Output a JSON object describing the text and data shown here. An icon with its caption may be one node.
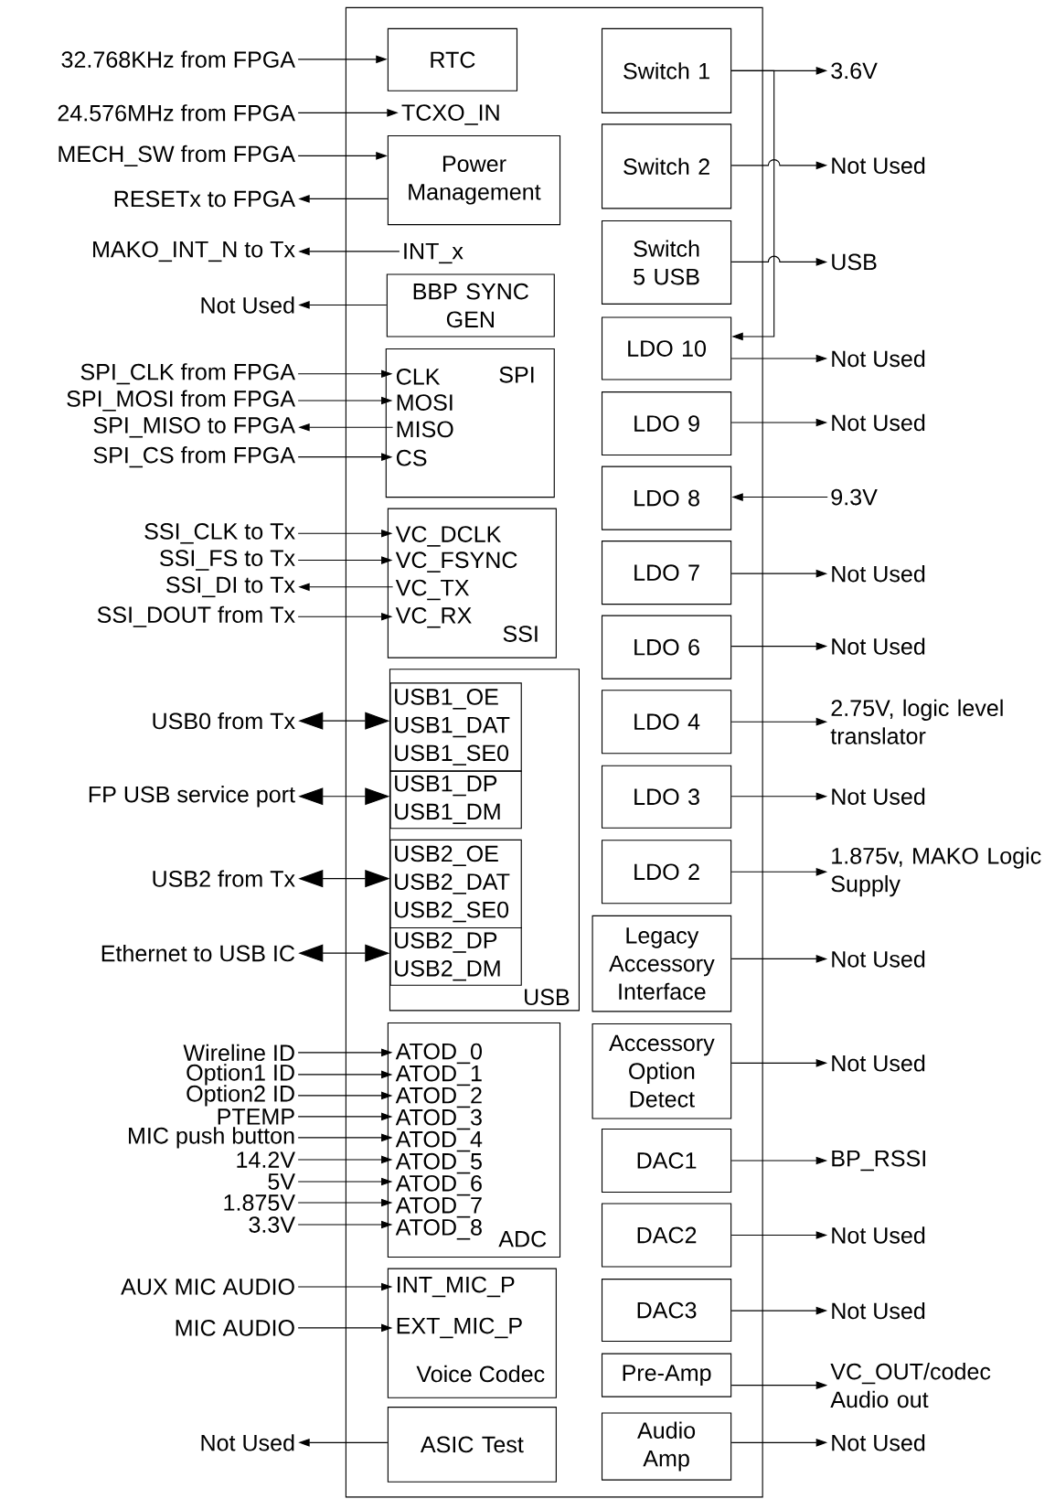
{
  "diagram": {
    "nodes": [
      {
        "text": [],
        "shape": "box"
      },
      {
        "text": [
          "RTC"
        ],
        "in": 0
      },
      {
        "text": [
          "TCXO_IN"
        ],
        "in": 0
      },
      {
        "text": [
          "Power Management"
        ],
        "in": 0
      },
      {
        "text": [
          "INT_x"
        ],
        "in": 0
      },
      {
        "text": [
          "BBP SYNC GEN"
        ],
        "in": 0
      },
      {
        "text": [
          "SPI"
        ],
        "in": 0
      },
      {
        "text": [
          "CLK"
        ],
        "in": 6
      },
      {
        "text": [
          "MOSI"
        ],
        "in": 6
      },
      {
        "text": [
          "MISO"
        ],
        "in": 6
      },
      {
        "text": [
          "CS"
        ],
        "in": 6
      },
      {
        "text": [
          "SSI"
        ],
        "in": 0
      },
      {
        "text": [
          "VC_DCLK"
        ],
        "in": 11
      },
      {
        "text": [
          "VC_FSYNC"
        ],
        "in": 11
      },
      {
        "text": [
          "VC_TX"
        ],
        "in": 11
      },
      {
        "text": [
          "VC_RX"
        ],
        "in": 11
      },
      {
        "text": [
          "USB"
        ],
        "in": 0
      },
      {
        "text": [
          "USB1_OE",
          "USB1_DAT",
          "USB1_SE0"
        ],
        "in": 16
      },
      {
        "text": [
          "USB1_DP",
          "USB1_DM"
        ],
        "in": 16
      },
      {
        "text": [
          "USB2_OE",
          "USB2_DAT",
          "USB2_SE0"
        ],
        "in": 16
      },
      {
        "text": [
          "USB2_DP",
          "USB2_DM"
        ],
        "in": 16
      },
      {
        "text": [
          "ADC"
        ],
        "in": 0
      },
      {
        "text": [
          "ATOD_0"
        ],
        "in": 21
      },
      {
        "text": [
          "ATOD_1"
        ],
        "in": 21
      },
      {
        "text": [
          "ATOD_2"
        ],
        "in": 21
      },
      {
        "text": [
          "ATOD_3"
        ],
        "in": 21
      },
      {
        "text": [
          "ATOD_4"
        ],
        "in": 21
      },
      {
        "text": [
          "ATOD_5"
        ],
        "in": 21
      },
      {
        "text": [
          "ATOD_6"
        ],
        "in": 21
      },
      {
        "text": [
          "ATOD_7"
        ],
        "in": 21
      },
      {
        "text": [
          "ATOD_8"
        ],
        "in": 21
      },
      {
        "text": [
          "Voice Codec"
        ],
        "in": 0
      },
      {
        "text": [
          "INT_MIC_P"
        ],
        "in": 31
      },
      {
        "text": [
          "EXT_MIC_P"
        ],
        "in": 31
      },
      {
        "text": [
          "ASIC Test"
        ],
        "in": 0
      },
      {
        "text": [
          "Switch 1"
        ],
        "in": 0
      },
      {
        "text": [
          "Switch 2"
        ],
        "in": 0
      },
      {
        "text": [
          "Switch 5 USB"
        ],
        "in": 0
      },
      {
        "text": [
          "LDO 10"
        ],
        "in": 0
      },
      {
        "text": [
          "LDO 9"
        ],
        "in": 0
      },
      {
        "text": [
          "LDO 8"
        ],
        "in": 0
      },
      {
        "text": [
          "LDO 7"
        ],
        "in": 0
      },
      {
        "text": [
          "LDO 6"
        ],
        "in": 0
      },
      {
        "text": [
          "LDO 4"
        ],
        "in": 0
      },
      {
        "text": [
          "LDO 3"
        ],
        "in": 0
      },
      {
        "text": [
          "LDO 2"
        ],
        "in": 0
      },
      {
        "text": [
          "Legacy Accessory Interface"
        ],
        "in": 0
      },
      {
        "text": [
          "Accessory Option Detect"
        ],
        "in": 0
      },
      {
        "text": [
          "DAC1"
        ],
        "in": 0
      },
      {
        "text": [
          "DAC2"
        ],
        "in": 0
      },
      {
        "text": [
          "DAC3"
        ],
        "in": 0
      },
      {
        "text": [
          "Pre-Amp"
        ],
        "in": 0
      },
      {
        "text": [
          "Audio Amp"
        ],
        "in": 0
      },
      {
        "text": [
          "32.768KHz from FPGA"
        ]
      },
      {
        "text": [
          "24.576MHz from FPGA"
        ]
      },
      {
        "text": [
          "MECH_SW from FPGA"
        ]
      },
      {
        "text": [
          "RESETx to FPGA"
        ]
      },
      {
        "text": [
          "MAKO_INT_N to Tx"
        ]
      },
      {
        "text": [
          "Not Used"
        ]
      },
      {
        "text": [
          "SPI_CLK from FPGA"
        ]
      },
      {
        "text": [
          "SPI_MOSI from FPGA"
        ]
      },
      {
        "text": [
          "SPI_MISO to FPGA"
        ]
      },
      {
        "text": [
          "SPI_CS from FPGA"
        ]
      },
      {
        "text": [
          "SSI_CLK to Tx"
        ]
      },
      {
        "text": [
          "SSI_FS to Tx"
        ]
      },
      {
        "text": [
          "SSI_DI to Tx"
        ]
      },
      {
        "text": [
          "SSI_DOUT from Tx"
        ]
      },
      {
        "text": [
          "USB0 from Tx"
        ]
      },
      {
        "text": [
          "FP USB service port"
        ]
      },
      {
        "text": [
          "USB2 from Tx"
        ]
      },
      {
        "text": [
          "Ethernet to USB IC"
        ]
      },
      {
        "text": [
          "Wireline ID"
        ]
      },
      {
        "text": [
          "Option1 ID"
        ]
      },
      {
        "text": [
          "Option2 ID"
        ]
      },
      {
        "text": [
          "PTEMP"
        ]
      },
      {
        "text": [
          "MIC push button"
        ]
      },
      {
        "text": [
          "14.2V"
        ]
      },
      {
        "text": [
          "5V"
        ]
      },
      {
        "text": [
          "1.875V"
        ]
      },
      {
        "text": [
          "3.3V"
        ]
      },
      {
        "text": [
          "AUX MIC AUDIO"
        ]
      },
      {
        "text": [
          "MIC AUDIO"
        ]
      },
      {
        "text": [
          "Not Used"
        ]
      },
      {
        "text": [
          "3.6V"
        ]
      },
      {
        "text": [
          "Not Used"
        ]
      },
      {
        "text": [
          "USB"
        ]
      },
      {
        "text": [
          "Not Used"
        ]
      },
      {
        "text": [
          "Not Used"
        ]
      },
      {
        "text": [
          "9.3V"
        ]
      },
      {
        "text": [
          "Not Used"
        ]
      },
      {
        "text": [
          "Not Used"
        ]
      },
      {
        "text": [
          "2.75V, logic level translator"
        ]
      },
      {
        "text": [
          "Not Used"
        ]
      },
      {
        "text": [
          "1.875v, MAKO Logic Supply"
        ]
      },
      {
        "text": [
          "Not Used"
        ]
      },
      {
        "text": [
          "Not Used"
        ]
      },
      {
        "text": [
          "BP_RSSI"
        ]
      },
      {
        "text": [
          "Not Used"
        ]
      },
      {
        "text": [
          "Not Used"
        ]
      },
      {
        "text": [
          "VC_OUT/codec Audio out"
        ]
      },
      {
        "text": [
          "Not Used"
        ]
      }
    ],
    "edges": [
      {
        "from": 53,
        "to": 1,
        "arrow": "to"
      },
      {
        "from": 54,
        "to": 2,
        "arrow": "to"
      },
      {
        "from": 55,
        "to": 3,
        "arrow": "to"
      },
      {
        "from": 3,
        "to": 56,
        "arrow": "to"
      },
      {
        "from": 4,
        "to": 57,
        "arrow": "to"
      },
      {
        "from": 5,
        "to": 58,
        "arrow": "to"
      },
      {
        "from": 59,
        "to": 7,
        "arrow": "to"
      },
      {
        "from": 60,
        "to": 8,
        "arrow": "to"
      },
      {
        "from": 9,
        "to": 61,
        "arrow": "to"
      },
      {
        "from": 62,
        "to": 10,
        "arrow": "to"
      },
      {
        "from": 63,
        "to": 12,
        "arrow": "to"
      },
      {
        "from": 64,
        "to": 13,
        "arrow": "to"
      },
      {
        "from": 14,
        "to": 65,
        "arrow": "to"
      },
      {
        "from": 66,
        "to": 15,
        "arrow": "to"
      },
      {
        "from": 67,
        "to": 17,
        "arrow": "both"
      },
      {
        "from": 68,
        "to": 18,
        "arrow": "both"
      },
      {
        "from": 69,
        "to": 19,
        "arrow": "both"
      },
      {
        "from": 70,
        "to": 20,
        "arrow": "both"
      },
      {
        "from": 71,
        "to": 22,
        "arrow": "to"
      },
      {
        "from": 72,
        "to": 23,
        "arrow": "to"
      },
      {
        "from": 73,
        "to": 24,
        "arrow": "to"
      },
      {
        "from": 74,
        "to": 25,
        "arrow": "to"
      },
      {
        "from": 75,
        "to": 26,
        "arrow": "to"
      },
      {
        "from": 76,
        "to": 27,
        "arrow": "to"
      },
      {
        "from": 77,
        "to": 28,
        "arrow": "to"
      },
      {
        "from": 78,
        "to": 29,
        "arrow": "to"
      },
      {
        "from": 79,
        "to": 30,
        "arrow": "to"
      },
      {
        "from": 80,
        "to": 32,
        "arrow": "to"
      },
      {
        "from": 81,
        "to": 33,
        "arrow": "to"
      },
      {
        "from": 34,
        "to": 82,
        "arrow": "to"
      },
      {
        "from": 35,
        "to": 83,
        "arrow": "to"
      },
      {
        "from": 36,
        "to": 84,
        "arrow": "to"
      },
      {
        "from": 37,
        "to": 85,
        "arrow": "to"
      },
      {
        "from": 35,
        "to": 38,
        "arrow": "to"
      },
      {
        "from": 38,
        "to": 86,
        "arrow": "to"
      },
      {
        "from": 39,
        "to": 87,
        "arrow": "to"
      },
      {
        "from": 88,
        "to": 40,
        "arrow": "to"
      },
      {
        "from": 41,
        "to": 89,
        "arrow": "to"
      },
      {
        "from": 42,
        "to": 90,
        "arrow": "to"
      },
      {
        "from": 43,
        "to": 91,
        "arrow": "to"
      },
      {
        "from": 44,
        "to": 92,
        "arrow": "to"
      },
      {
        "from": 45,
        "to": 93,
        "arrow": "to"
      },
      {
        "from": 46,
        "to": 94,
        "arrow": "to"
      },
      {
        "from": 47,
        "to": 95,
        "arrow": "to"
      },
      {
        "from": 48,
        "to": 96,
        "arrow": "to"
      },
      {
        "from": 49,
        "to": 97,
        "arrow": "to"
      },
      {
        "from": 50,
        "to": 98,
        "arrow": "to"
      },
      {
        "from": 51,
        "to": 99,
        "arrow": "to"
      },
      {
        "from": 52,
        "to": 100,
        "arrow": "to"
      }
    ]
  }
}
